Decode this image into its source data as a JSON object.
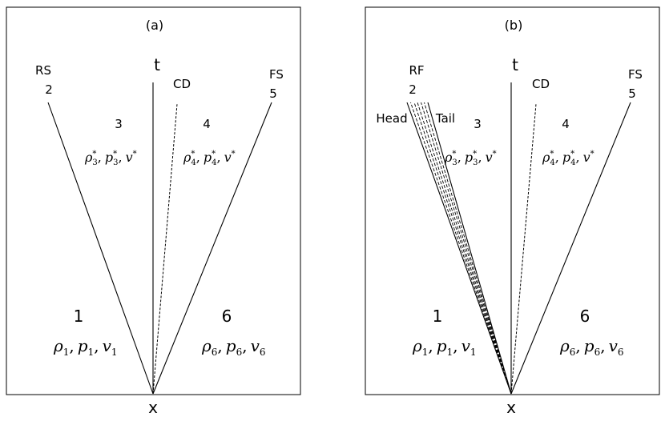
{
  "panels": [
    {
      "label": "(a)",
      "axis_t": "t",
      "axis_x": "x",
      "left_wave": {
        "name": "RS",
        "number": "2"
      },
      "contact": "CD",
      "right_wave": {
        "name": "FS",
        "number": "5"
      },
      "regions": {
        "r3": {
          "number": "3",
          "rho": "ρ",
          "rho_sub": "3",
          "p": "p",
          "p_sub": "3",
          "v": "v"
        },
        "r4": {
          "number": "4",
          "rho": "ρ",
          "rho_sub": "4",
          "p": "p",
          "p_sub": "4",
          "v": "v"
        },
        "r1": {
          "number": "1",
          "rho": "ρ",
          "rho_sub": "1",
          "p": "p",
          "p_sub": "1",
          "v": "v",
          "v_sub": "1"
        },
        "r6": {
          "number": "6",
          "rho": "ρ",
          "rho_sub": "6",
          "p": "p",
          "p_sub": "6",
          "v": "v",
          "v_sub": "6"
        }
      }
    },
    {
      "label": "(b)",
      "axis_t": "t",
      "axis_x": "x",
      "left_wave": {
        "name": "RF",
        "number": "2",
        "head": "Head",
        "tail": "Tail"
      },
      "contact": "CD",
      "right_wave": {
        "name": "FS",
        "number": "5"
      },
      "regions": {
        "r3": {
          "number": "3",
          "rho": "ρ",
          "rho_sub": "3",
          "p": "p",
          "p_sub": "3",
          "v": "v"
        },
        "r4": {
          "number": "4",
          "rho": "ρ",
          "rho_sub": "4",
          "p": "p",
          "p_sub": "4",
          "v": "v"
        },
        "r1": {
          "number": "1",
          "rho": "ρ",
          "rho_sub": "1",
          "p": "p",
          "p_sub": "1",
          "v": "v",
          "v_sub": "1"
        },
        "r6": {
          "number": "6",
          "rho": "ρ",
          "rho_sub": "6",
          "p": "p",
          "p_sub": "6",
          "v": "v",
          "v_sub": "6"
        }
      }
    }
  ],
  "star": "*",
  "comma": ","
}
